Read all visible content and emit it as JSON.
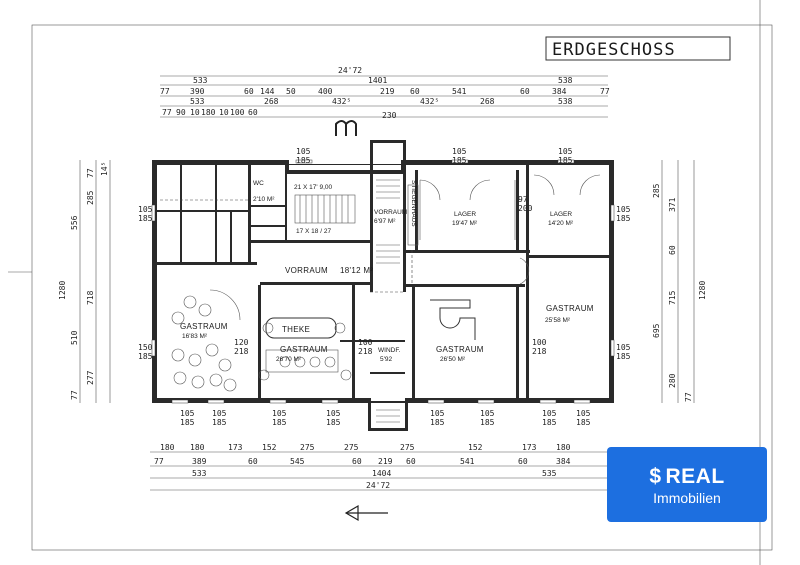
{
  "title": "ERDGESCHOSS",
  "dims_top": {
    "overall": "24'72",
    "row1": [
      "533",
      "1401",
      "538"
    ],
    "row2": [
      "77",
      "390",
      "60",
      "144",
      "50",
      "400",
      "219",
      "60",
      "541",
      "60",
      "384",
      "77"
    ],
    "row3": [
      "533",
      "268",
      "432⁵",
      "432⁵",
      "268",
      "538"
    ],
    "row4": [
      "77",
      "90",
      "10",
      "180",
      "10",
      "100",
      "60",
      "230"
    ]
  },
  "dims_bottom": {
    "row1": [
      "180",
      "180",
      "173",
      "152",
      "275",
      "275",
      "275",
      "152",
      "173",
      "180"
    ],
    "row2": [
      "77",
      "389",
      "60",
      "545",
      "60",
      "219",
      "60",
      "541",
      "60",
      "384"
    ],
    "row3": [
      "533",
      "1404",
      "535"
    ],
    "overall": "24'72"
  },
  "dims_left": [
    "77",
    "285",
    "14⁵",
    "556",
    "1280",
    "718",
    "510",
    "277",
    "77"
  ],
  "dims_right": [
    "285",
    "371",
    "60",
    "715",
    "1280",
    "695",
    "280",
    "77"
  ],
  "openings": [
    "105\n185",
    "105\n185",
    "150\n185",
    "120\n218",
    "100\n218",
    "100\n218",
    "97\n200",
    "105\n185",
    "105\n185",
    "105\n185"
  ],
  "rooms": [
    {
      "label": "WC",
      "area": "2'10 M²"
    },
    {
      "label": "",
      "area": "21 X 17' 9,00"
    },
    {
      "label": "",
      "area": "17 X 18 / 27"
    },
    {
      "label": "VORRAUM",
      "area": "6'97 M²"
    },
    {
      "label": "LAGER",
      "area": "19'47 M²"
    },
    {
      "label": "LAGER",
      "area": "14'20 M²"
    },
    {
      "label": "VORRAUM",
      "area": "18'12 M²"
    },
    {
      "label": "GASTRAUM",
      "area": "16'83 M²"
    },
    {
      "label": "THEKE",
      "area": ""
    },
    {
      "label": "GASTRAUM",
      "area": "26'70 M²"
    },
    {
      "label": "GASTRAUM",
      "area": "26'50 M²"
    },
    {
      "label": "GASTRAUM",
      "area": "25'58 M²"
    },
    {
      "label": "WINDF.",
      "area": "5'92"
    }
  ],
  "stair_label": "STIEGENHAUS",
  "logo": {
    "brand": "REAL",
    "sub": "Immobilien",
    "color": "#1d6fe0"
  }
}
